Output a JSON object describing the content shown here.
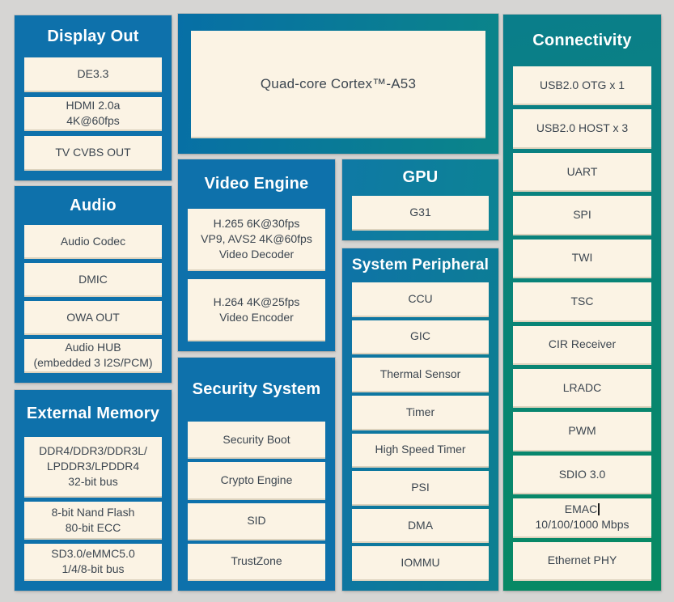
{
  "diagram": {
    "cpu": {
      "label": "Quad-core Cortex™-A53"
    },
    "blocks": [
      {
        "id": "display-out",
        "title": "Display Out",
        "items": [
          {
            "lines": [
              "DE3.3"
            ]
          },
          {
            "lines": [
              "HDMI 2.0a",
              "4K@60fps"
            ]
          },
          {
            "lines": [
              "TV CVBS OUT"
            ]
          }
        ]
      },
      {
        "id": "audio",
        "title": "Audio",
        "items": [
          {
            "lines": [
              "Audio Codec"
            ]
          },
          {
            "lines": [
              "DMIC"
            ]
          },
          {
            "lines": [
              "OWA OUT"
            ]
          },
          {
            "lines": [
              "Audio HUB",
              "(embedded 3 I2S/PCM)"
            ]
          }
        ]
      },
      {
        "id": "external-memory",
        "title": "External Memory",
        "items": [
          {
            "lines": [
              "DDR4/DDR3/DDR3L/",
              "LPDDR3/LPDDR4",
              "32-bit bus"
            ],
            "grow": 1.72
          },
          {
            "lines": [
              "8-bit Nand Flash",
              "80-bit ECC"
            ]
          },
          {
            "lines": [
              "SD3.0/eMMC5.0",
              "1/4/8-bit bus"
            ]
          }
        ]
      },
      {
        "id": "video-engine",
        "title": "Video Engine",
        "items": [
          {
            "lines": [
              "H.265 6K@30fps",
              "VP9, AVS2 4K@60fps",
              "Video Decoder"
            ]
          },
          {
            "lines": [
              "H.264 4K@25fps",
              "Video Encoder"
            ]
          }
        ]
      },
      {
        "id": "security-system",
        "title": "Security System",
        "items": [
          {
            "lines": [
              "Security Boot"
            ]
          },
          {
            "lines": [
              "Crypto Engine"
            ]
          },
          {
            "lines": [
              "SID"
            ]
          },
          {
            "lines": [
              "TrustZone"
            ]
          }
        ]
      },
      {
        "id": "gpu",
        "title": "GPU",
        "items": [
          {
            "lines": [
              "G31"
            ]
          }
        ]
      },
      {
        "id": "system-peripheral",
        "title": "System Peripheral",
        "items": [
          {
            "lines": [
              "CCU"
            ]
          },
          {
            "lines": [
              "GIC"
            ]
          },
          {
            "lines": [
              "Thermal Sensor"
            ]
          },
          {
            "lines": [
              "Timer"
            ]
          },
          {
            "lines": [
              "High Speed Timer"
            ]
          },
          {
            "lines": [
              "PSI"
            ]
          },
          {
            "lines": [
              "DMA"
            ]
          },
          {
            "lines": [
              "IOMMU"
            ]
          }
        ]
      },
      {
        "id": "connectivity",
        "title": "Connectivity",
        "items": [
          {
            "lines": [
              "USB2.0 OTG x 1"
            ]
          },
          {
            "lines": [
              "USB2.0 HOST x 3"
            ]
          },
          {
            "lines": [
              "UART"
            ]
          },
          {
            "lines": [
              "SPI"
            ]
          },
          {
            "lines": [
              "TWI"
            ]
          },
          {
            "lines": [
              "TSC"
            ]
          },
          {
            "lines": [
              "CIR Receiver"
            ]
          },
          {
            "lines": [
              "LRADC"
            ]
          },
          {
            "lines": [
              "PWM"
            ]
          },
          {
            "lines": [
              "SDIO 3.0"
            ]
          },
          {
            "lines": [
              "EMAC",
              "10/100/1000 Mbps"
            ],
            "caret_after_line": 0
          },
          {
            "lines": [
              "Ethernet PHY"
            ]
          }
        ]
      }
    ]
  },
  "colors": {
    "background": "#d6d5d3",
    "block_blue": "#0e71ab",
    "cpu_gradient_start": "#076fa6",
    "cpu_gradient_end": "#0b8589",
    "gpu_gradient_start": "#0f79a5",
    "gpu_gradient_end": "#0c8394",
    "system_peripheral_gradient_start": "#0e73a7",
    "system_peripheral_gradient_end": "#0c8090",
    "connectivity_gradient_start": "#0a7e8b",
    "connectivity_gradient_end": "#078a62",
    "panel_cream": "#fbf3e4",
    "item_text": "#3c4650",
    "title_text": "#ffffff"
  }
}
